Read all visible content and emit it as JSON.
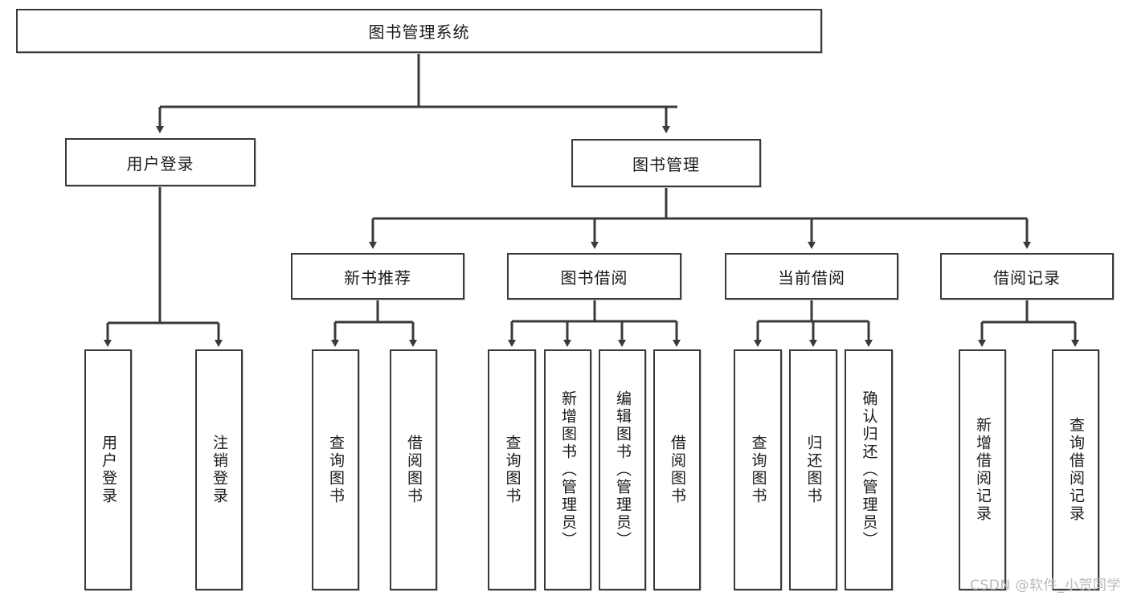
{
  "diagram": {
    "title": "图书管理系统",
    "type": "tree-hierarchy",
    "root": {
      "label": "图书管理系统"
    },
    "level2": [
      {
        "label": "用户登录"
      },
      {
        "label": "图书管理"
      }
    ],
    "level3": [
      {
        "label": "新书推荐"
      },
      {
        "label": "图书借阅"
      },
      {
        "label": "当前借阅"
      },
      {
        "label": "借阅记录"
      }
    ],
    "leaves": {
      "user_login": [
        {
          "label": "用户登录"
        },
        {
          "label": "注销登录"
        }
      ],
      "new_book_recommend": [
        {
          "label": "查询图书"
        },
        {
          "label": "借阅图书"
        }
      ],
      "book_borrow": [
        {
          "label": "查询图书"
        },
        {
          "label": "新增图书（管理员）"
        },
        {
          "label": "编辑图书（管理员）"
        },
        {
          "label": "借阅图书"
        }
      ],
      "current_borrow": [
        {
          "label": "查询图书"
        },
        {
          "label": "归还图书"
        },
        {
          "label": "确认归还（管理员）"
        }
      ],
      "borrow_record": [
        {
          "label": "新增借阅记录"
        },
        {
          "label": "查询借阅记录"
        }
      ]
    }
  },
  "watermark": {
    "text": "CSDN @软件_小贺同学"
  },
  "colors": {
    "box_border": "#3a3a3a",
    "box_fill": "#ffffff",
    "connector": "#3a3a3a",
    "text": "#1a1a1a",
    "watermark": "#b9b9b9"
  }
}
